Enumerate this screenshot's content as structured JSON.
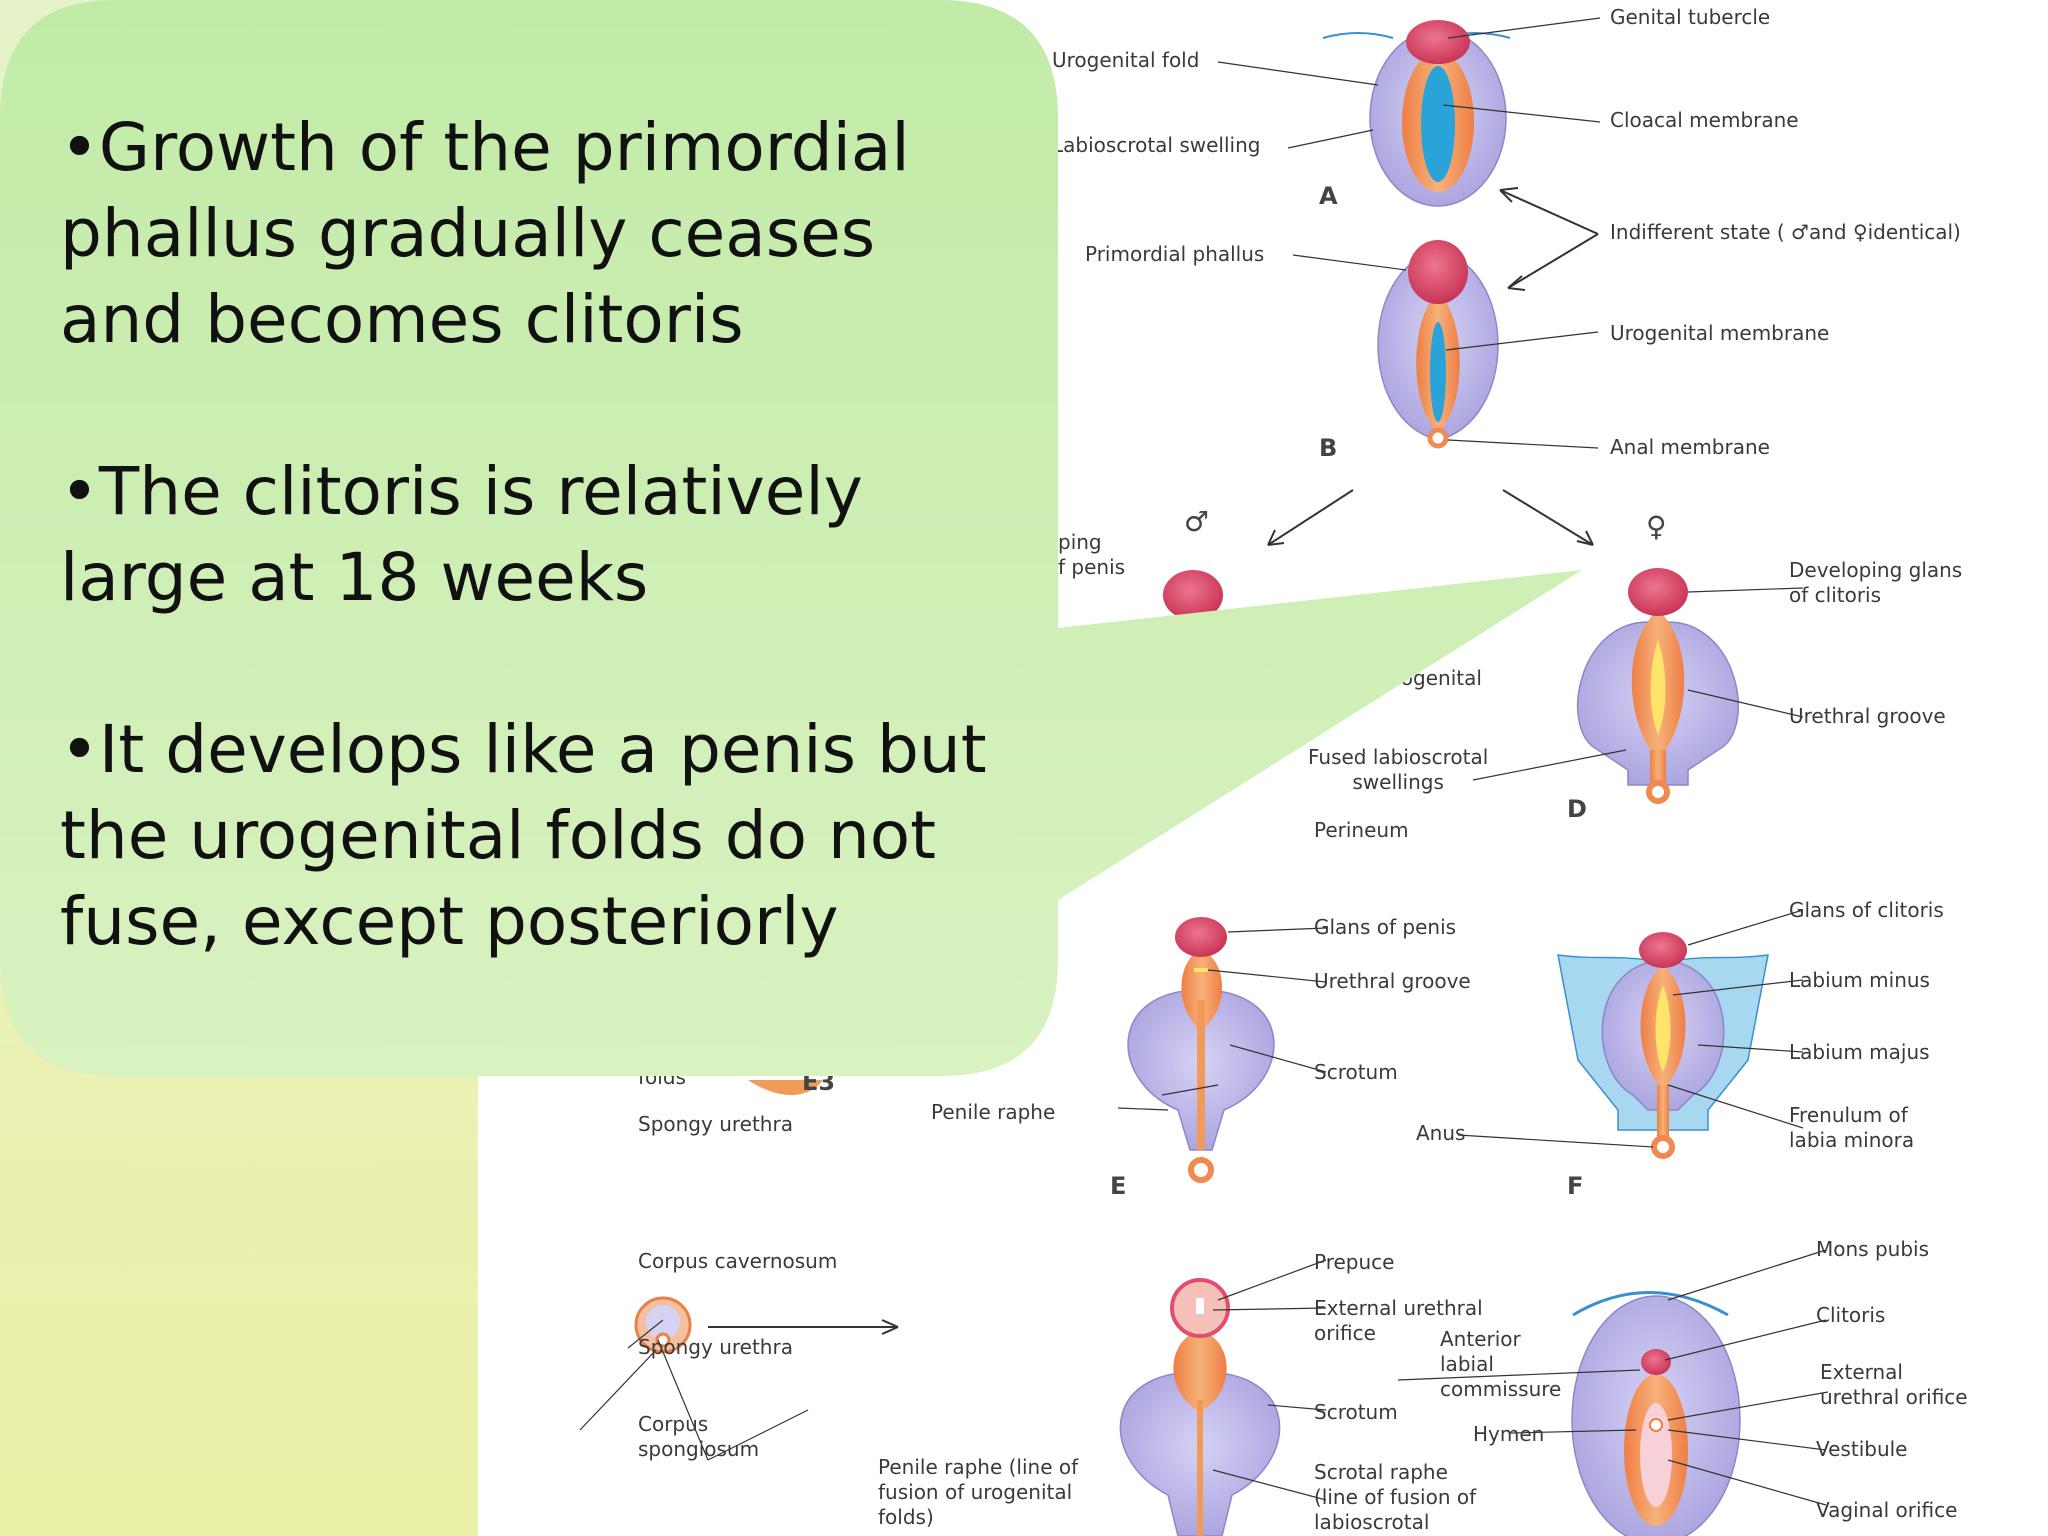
{
  "slide": {
    "bullets": [
      "•Growth of the primordial phallus gradually ceases and becomes clitoris",
      "•The clitoris is relatively large at 18 weeks",
      "•It develops like a penis but the urogenital folds do not fuse, except posteriorly"
    ]
  },
  "colors": {
    "bubble_top": "#c2eba8",
    "bubble_bottom": "#d9f2c0",
    "left_strip": "#eaf2b8",
    "tissue_lavender": "#b9b4e6",
    "tissue_orange": "#f29a5a",
    "glans_red": "#e0506e",
    "membrane_blue": "#2aa3d8"
  },
  "figure": {
    "panel_letters": {
      "a": "A",
      "b": "B",
      "d": "D",
      "e": "E",
      "e3": "E3",
      "f": "F"
    },
    "symbols": {
      "male": "♂",
      "female": "♀"
    },
    "labels": {
      "genital_tubercle": "Genital tubercle",
      "urogenital_fold": "Urogenital fold",
      "cloacal_membrane": "Cloacal membrane",
      "labioscrotal_swelling": "Labioscrotal swelling",
      "indifferent_state": "Indifferent state ( ♂and ♀identical)",
      "primordial_phallus": "Primordial phallus",
      "urogenital_membrane": "Urogenital membrane",
      "anal_membrane": "Anal membrane",
      "developing_penis_partial_1": "ping",
      "developing_penis_partial_2": "f penis",
      "developing_glans_clitoris": "Developing glans\nof clitoris",
      "urogenital_partial": "rogenital",
      "urethral_groove_d": "Urethral groove",
      "fused_labioscrotal": "Fused labioscrotal\nswellings",
      "perineum": "Perineum",
      "glans_of_penis": "Glans of penis",
      "urethral_groove_e": "Urethral groove",
      "glans_of_clitoris": "Glans of clitoris",
      "labium_minus": "Labium minus",
      "labium_majus": "Labium majus",
      "scrotum_e": "Scrotum",
      "folds_partial": "folds",
      "spongy_urethra_e": "Spongy urethra",
      "penile_raphe": "Penile raphe",
      "anus": "Anus",
      "frenulum": "Frenulum of\nlabia minora",
      "corpus_cavernosum": "Corpus cavernosum",
      "prepuce": "Prepuce",
      "mons_pubis": "Mons pubis",
      "external_urethral_orifice_m": "External urethral\norifice",
      "anterior_labial": "Anterior\nlabial\ncommissure",
      "clitoris": "Clitoris",
      "spongy_urethra_g": "Spongy urethra",
      "external_urethral_orifice_f": "External\nurethral orifice",
      "scrotum_g": "Scrotum",
      "corpus_spongiosum": "Corpus\nspongiosum",
      "hymen": "Hymen",
      "vestibule": "Vestibule",
      "penile_raphe_line": "Penile raphe (line of\nfusion of urogenital\nfolds)",
      "scrotal_raphe": "Scrotal raphe\n(line of fusion of\nlabioscrotal",
      "vaginal_orifice": "Vaginal orifice"
    }
  }
}
